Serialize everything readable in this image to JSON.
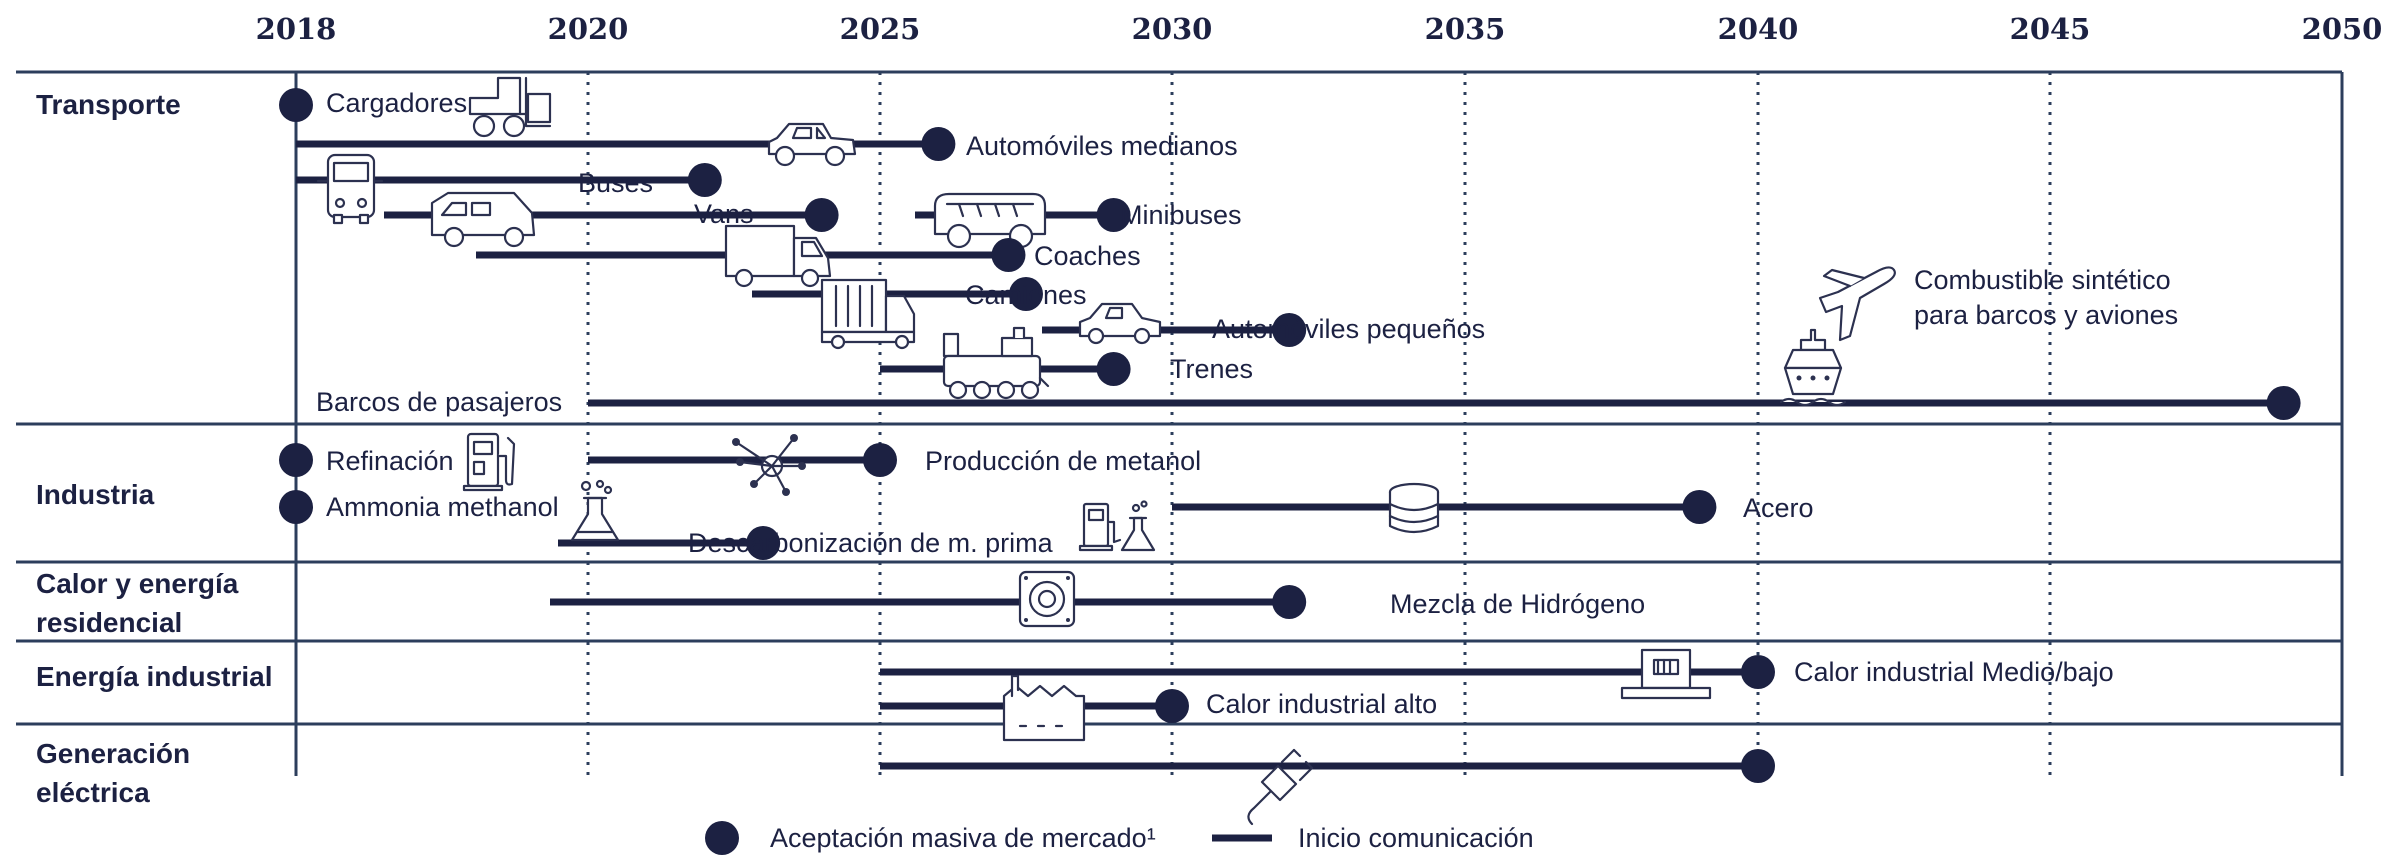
{
  "chart_data": {
    "type": "timeline",
    "x_axis": {
      "ticks": [
        "2018",
        "2020",
        "2025",
        "2030",
        "2035",
        "2040",
        "2045",
        "2050"
      ],
      "range": [
        2018,
        2050
      ],
      "dotted_gridlines_at": [
        2020,
        2025,
        2030,
        2035,
        2040,
        2045
      ]
    },
    "categories": [
      {
        "key": "transporte",
        "lines": [
          "Transporte"
        ]
      },
      {
        "key": "industria",
        "lines": [
          "Industria"
        ]
      },
      {
        "key": "calor",
        "lines": [
          "Calor y energía",
          "residencial"
        ]
      },
      {
        "key": "energia",
        "lines": [
          "Energía industrial"
        ]
      },
      {
        "key": "generacion",
        "lines": [
          "Generación",
          "eléctrica"
        ]
      }
    ],
    "items": [
      {
        "category": "transporte",
        "label": "Cargadores",
        "start": null,
        "market": 2018,
        "icon": "forklift-icon"
      },
      {
        "category": "transporte",
        "label": "Automóviles medianos",
        "start": 2018,
        "market": 2026,
        "icon": "car-icon"
      },
      {
        "category": "transporte",
        "label": "Buses",
        "start": 2018,
        "market": 2022,
        "icon": "bus-icon"
      },
      {
        "category": "transporte",
        "label": "Vans",
        "start": 2019.5,
        "market": 2024,
        "icon": "van-icon"
      },
      {
        "category": "transporte",
        "label": "Minibuses",
        "start": 2027.2,
        "market": 2029,
        "icon": "minibus-icon"
      },
      {
        "category": "transporte",
        "label": "Coaches",
        "start": 2021,
        "market": 2027.2,
        "icon": "truck-icon"
      },
      {
        "category": "transporte",
        "label": "Camiones",
        "start": 2025.8,
        "market": 2027.5,
        "icon": "container-truck-icon"
      },
      {
        "category": "transporte",
        "label": "Automóviles pequeños",
        "start": 2030.4,
        "market": 2032,
        "icon": "small-car-icon"
      },
      {
        "category": "transporte",
        "label": "Trenes",
        "start": 2025,
        "market": 2029,
        "icon": "train-icon"
      },
      {
        "category": "transporte",
        "label": "Barcos de pasajeros",
        "start": 2020,
        "market": 2049,
        "icon": "ship-icon"
      },
      {
        "category": "transporte",
        "label": "Combustible sintético para barcos y aviones",
        "start": null,
        "market": null,
        "icon": "airplane-icon"
      },
      {
        "category": "industria",
        "label": "Refinación",
        "start": null,
        "market": 2018,
        "icon": "fuel-pump-icon"
      },
      {
        "category": "industria",
        "label": "Producción de metanol",
        "start": 2020,
        "market": 2025,
        "icon": "molecule-icon"
      },
      {
        "category": "industria",
        "label": "Ammonia methanol",
        "start": null,
        "market": 2018,
        "icon": "flask-icon"
      },
      {
        "category": "industria",
        "label": "Acero",
        "start": 2030,
        "market": 2039,
        "icon": "steel-coils-icon"
      },
      {
        "category": "industria",
        "label": "Descarbonización de m. prima",
        "start": 2022,
        "market": 2023,
        "icon": "fuel-flask-icon"
      },
      {
        "category": "calor",
        "label": "Mezcla de Hidrógeno",
        "start": 2021,
        "market": 2032,
        "icon": "boiler-icon"
      },
      {
        "category": "energia",
        "label": "Calor industrial Medio/bajo",
        "start": 2025,
        "market": 2040,
        "icon": "heater-icon"
      },
      {
        "category": "energia",
        "label": "Calor industrial alto",
        "start": 2025,
        "market": 2030,
        "icon": "factory-icon"
      },
      {
        "category": "generacion",
        "label": "",
        "start": 2025,
        "market": 2040,
        "icon": "plug-icon"
      }
    ],
    "legend": [
      {
        "symbol": "dot",
        "label": "Aceptación masiva de mercado¹"
      },
      {
        "symbol": "line",
        "label": "Inicio comunicación"
      }
    ],
    "colors": {
      "primary": "#1c2142",
      "frame": "#2c3e5c",
      "grid": "#2c3e5c",
      "background": "#ffffff"
    }
  }
}
